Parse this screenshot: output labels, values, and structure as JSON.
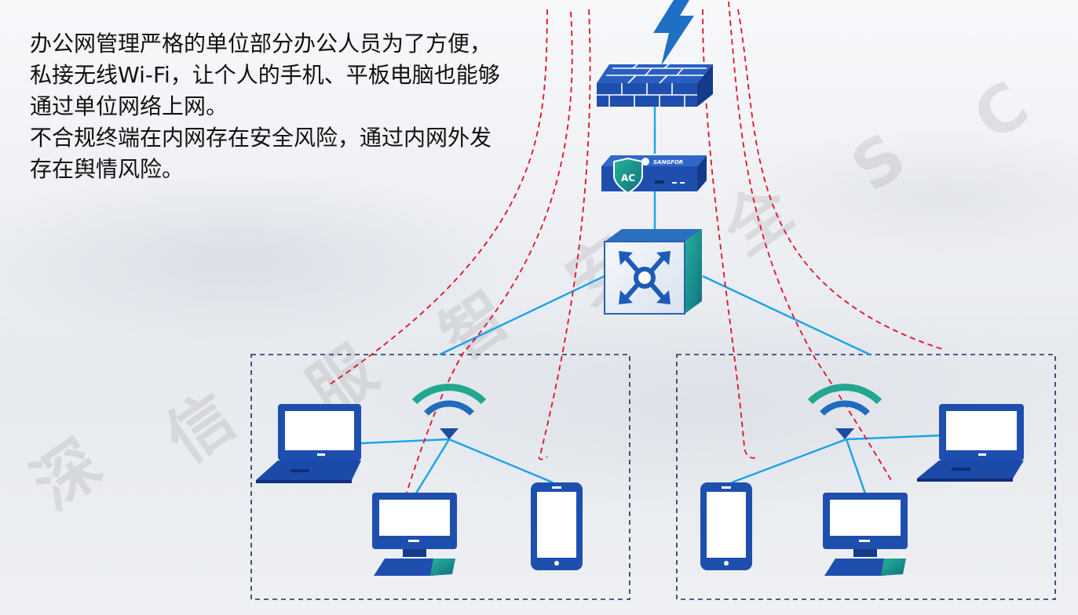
{
  "description": {
    "line1": "办公网管理严格的单位部分办公人员为了方便，私接无线Wi-Fi，让个人的手机、平板电脑也能够通过单位网络上网。",
    "line2": "不合规终端在内网存在安全风险，通过内网外发存在舆情风险。"
  },
  "watermark": {
    "chars": [
      "深",
      "信",
      "服",
      "智",
      "安",
      "全",
      "S",
      "C"
    ]
  },
  "devices": {
    "ac_label": "AC",
    "brand": "SANGFOR"
  },
  "colors": {
    "device_blue": "#1f4fae",
    "device_dark": "#163a8a",
    "teal": "#1fa58f",
    "link": "#1aa3e8",
    "risk_path": "#e0102a",
    "zone_border": "#1d2e5c",
    "lightning": "#1f6fc4"
  },
  "icons": [
    "lightning-icon",
    "firewall-icon",
    "ac-gateway-icon",
    "core-switch-icon",
    "wifi-ap-icon",
    "laptop-icon",
    "desktop-icon",
    "tablet-icon"
  ]
}
